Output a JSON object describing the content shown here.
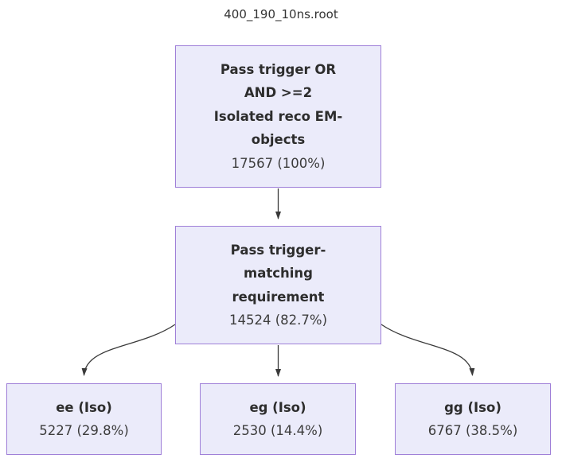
{
  "title": "400_190_10ns.root",
  "colors": {
    "background": "#ffffff",
    "node_fill": "#ebebfa",
    "node_border": "#9f7fd8",
    "label_text": "#2d2d2d",
    "count_text": "#3c3c3c",
    "edge": "#3a3a3a",
    "title_text": "#343434"
  },
  "nodes": {
    "root": {
      "label": "Pass trigger OR\nAND >=2\nIsolated reco EM-\nobjects",
      "count": "17567 (100%)"
    },
    "trigger_match": {
      "label": "Pass trigger-\nmatching\nrequirement",
      "count": "14524 (82.7%)"
    },
    "ee": {
      "label": "ee (Iso)",
      "count": "5227 (29.8%)"
    },
    "eg": {
      "label": "eg (Iso)",
      "count": "2530 (14.4%)"
    },
    "gg": {
      "label": "gg (Iso)",
      "count": "6767 (38.5%)"
    }
  }
}
